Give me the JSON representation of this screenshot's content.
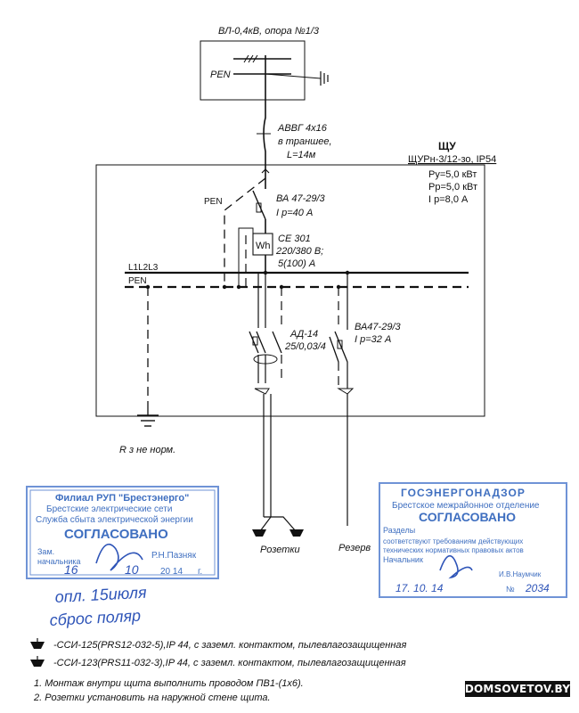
{
  "header": {
    "line_title": "ВЛ-0,4кВ, опора №1/3",
    "pen_top": "PEN"
  },
  "cable": {
    "type": "АВВГ 4х16",
    "route": "в траншее,",
    "length": "L=14м"
  },
  "panel": {
    "name": "ЩУ",
    "model": "ЩУРн-3/12-зо, IP54",
    "p_set": "Ру=5,0 кВт",
    "p_calc": "Рр=5,0 кВт",
    "i_calc": "I р=8,0 А"
  },
  "breaker_main": {
    "type": "ВА 47-29/3",
    "current": "I р=40 А"
  },
  "pen_left": "PEN",
  "meter": {
    "symbol": "Wh",
    "type": "СЕ 301",
    "voltage": "220/380 В;",
    "current": "5(100) А"
  },
  "bus": {
    "phases": "L1L2L3",
    "pen": "PEN"
  },
  "rcd": {
    "type": "АД-14",
    "rating": "25/0,03/4"
  },
  "breaker_reserve": {
    "type": "ВА47-29/3",
    "current": "I р=32 А"
  },
  "ground_note": "R з  не норм.",
  "outputs": {
    "sockets": "Розетки",
    "reserve": "Резерв"
  },
  "stamp_left": {
    "line1": "Филиал РУП \"Брестэнерго\"",
    "line2": "Брестские электрические сети",
    "line3": "Служба сбыта электрической энергии",
    "line4": "СОГЛАСОВАНО",
    "role1": "Зам.",
    "role2": "начальника",
    "name": "Р.Н.Пазняк",
    "date_day": "16",
    "date_month": "10",
    "date_year": "20 14",
    "date_suffix": "г."
  },
  "stamp_right": {
    "line1": "ГОСЭНЕРГОНАДЗОР",
    "line2": "Брестское межрайонное отделение",
    "line3": "СОГЛАСОВАНО",
    "l4": "Разделы",
    "l5": "соответствуют требованиям действующих",
    "l6": "технических нормативных правовых актов",
    "l7": "Начальник",
    "name": "И.В.Наумчик",
    "date": "17. 10. 14",
    "num_label": "№",
    "num": "2034"
  },
  "handwriting": {
    "line1": "опл. 15июля",
    "line2": "сброс поляр"
  },
  "legend": {
    "item1": "-ССИ-125(PRS12-032-5),IP 44,  с заземл. контактом, пылевлагозащищенная",
    "item2": "-ССИ-123(PRS11-032-3),IP 44, с заземл. контактом, пылевлагозащищенная"
  },
  "notes": {
    "n1": "1. Монтаж внутри щита выполнить проводом ПВ1-(1х6).",
    "n2": "2. Розетки установить на наружной стене щита."
  },
  "watermark": "DOMSOVETOV.BY"
}
